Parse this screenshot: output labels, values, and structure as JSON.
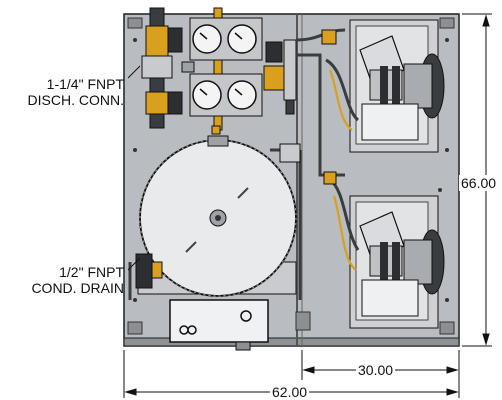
{
  "labels": {
    "discharge_line1": "1-1/4\" FNPT",
    "discharge_line2": "DISCH. CONN.",
    "drain_line1": "1/2\" FNPT",
    "drain_line2": "COND. DRAIN"
  },
  "dimensions": {
    "height": "66.00",
    "depth": "30.00",
    "width": "62.00"
  },
  "colors": {
    "panel": "#b9bcc0",
    "panel_dark": "#6e7277",
    "tank": "#e9eaec",
    "outline": "#1d1f22",
    "gauge_face": "#f4f4f4"
  }
}
